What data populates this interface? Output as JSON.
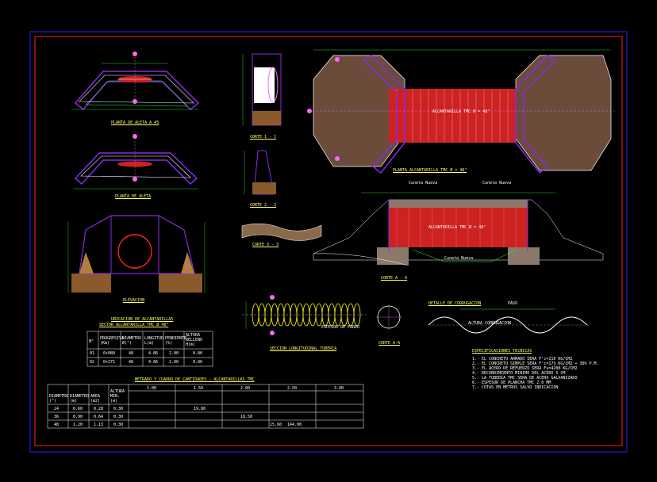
{
  "colors": {
    "background": "#000000",
    "outer_frame": "#2222ff",
    "inner_frame": "#ff2222",
    "structure": "#8a2be2",
    "dimension": "#33ff33",
    "text": "#ffff66",
    "culvert": "#cc2222",
    "stone_fill": "#b08060",
    "soil_fill": "#8b5a2b",
    "pipe": "#ffff00"
  },
  "views": {
    "plan_wingwall_45": "PLANTA DE ALETA A 45",
    "plan_wingwall": "PLANTA DE ALETA",
    "elevation": "ELEVACION",
    "section_1": "CORTE 1 - 1",
    "section_2": "CORTE 2 - 2",
    "section_3": "CORTE 3 - 3",
    "plan_main": "PLANTA ALCANTARILLA TMC Ø = 48\"",
    "section_main": "CORTE A - A",
    "pipe_longitudinal": "SECCION LONGITUDINAL TUBERIA",
    "pipe_section": "CORTE A-A",
    "corrugation": "DETALLE DE CORRUGACION"
  },
  "culvert_label": "ALCANTARILLA TMC Ø = 48\"",
  "slope_labels": {
    "left": "Cuneta Nueva",
    "right": "Cuneta Nueva",
    "bottom": "Cuneta Nueva"
  },
  "pipe_notes": {
    "wall_label": "ESPESOR DE PARED",
    "corr_depth": "ALTURA CORRUGACION",
    "pitch": "PASO"
  },
  "notes_title": "ESPECIFICACIONES TECNICAS",
  "notes": [
    "1.- EL CONCRETO ARMADO SERA F'c=210 KG/CM2",
    "2.- EL CONCRETO SIMPLE SERA F'c=175 KG/CM2 + 30% P.M.",
    "3.- EL ACERO DE REFUERZO SERA Fy=4200 KG/CM2",
    "4.- RECUBRIMIENTO MINIMO DEL ACERO 5 CM",
    "5.- LA TUBERIA TMC SERA DE ACERO GALVANIZADO",
    "6.- ESPESOR DE PLANCHA TMC 2.0 MM",
    "7.- COTAS EN METROS SALVO INDICACION"
  ],
  "small_table": {
    "title": "UBICACION DE ALCANTARILLAS",
    "subtitle": "SECTOR ALCANTARILLA TMC Ø 48\"",
    "headers": [
      "N°",
      "PROGRESIVA (Km)",
      "DIAMETRO Ø(\")",
      "LONGITUD L(m)",
      "PENDIENTE (%)",
      "ALTURA RELLENO H(m)"
    ],
    "rows": [
      [
        "01",
        "0+080",
        "48",
        "4.86",
        "2.00",
        "0.80"
      ],
      [
        "02",
        "0+271",
        "48",
        "4.86",
        "2.00",
        "0.80"
      ]
    ]
  },
  "big_table": {
    "title": "METRADO Y CUADRO DE CANTIDADES - ALCANTARILLAS TMC",
    "left_headers": [
      "DIAMETRO (\")",
      "DIAMETRO (m)",
      "AREA (m2)",
      "ALTURA MIN. (m)"
    ],
    "group_headers": [
      "1.00",
      "1.50",
      "2.00",
      "2.50",
      "3.00"
    ],
    "rows": [
      [
        "24",
        "0.60",
        "0.28",
        "0.30"
      ],
      [
        "36",
        "0.90",
        "0.64",
        "0.30"
      ],
      [
        "48",
        "1.20",
        "1.13",
        "0.30"
      ]
    ],
    "extra_values": [
      "19.80",
      "18.50",
      "15.60",
      "144.00"
    ]
  }
}
